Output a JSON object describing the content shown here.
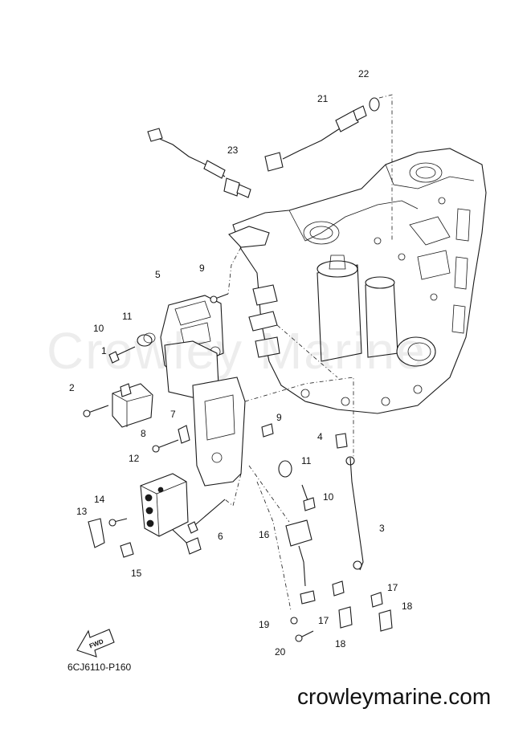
{
  "diagram": {
    "part_code": "6CJ6110-P160",
    "watermark": "Crowley Marine",
    "website": "crowleymarine.com",
    "fwd_label": "FWD",
    "callouts": [
      "1",
      "2",
      "3",
      "4",
      "5",
      "6",
      "7",
      "8",
      "9",
      "9",
      "10",
      "10",
      "11",
      "11",
      "12",
      "13",
      "14",
      "15",
      "16",
      "17",
      "17",
      "18",
      "18",
      "19",
      "20",
      "21",
      "22",
      "23"
    ]
  }
}
